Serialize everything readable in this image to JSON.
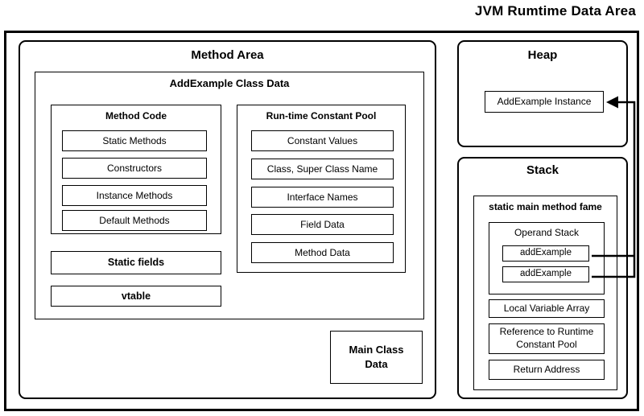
{
  "page_title": "JVM Rumtime Data Area",
  "method_area": {
    "title": "Method Area",
    "class_data": {
      "title": "AddExample Class Data",
      "method_code": {
        "title": "Method Code",
        "items": [
          "Static Methods",
          "Constructors",
          "Instance Methods",
          "Default Methods"
        ]
      },
      "constant_pool": {
        "title": "Run-time Constant Pool",
        "items": [
          "Constant Values",
          "Class, Super Class Name",
          "Interface Names",
          "Field Data",
          "Method Data"
        ]
      },
      "static_fields_label": "Static fields",
      "vtable_label": "vtable"
    },
    "main_class_data_label": "Main Class Data"
  },
  "heap": {
    "title": "Heap",
    "instance_label": "AddExample Instance"
  },
  "stack": {
    "title": "Stack",
    "frame": {
      "title": "static main method fame",
      "operand_stack": {
        "title": "Operand Stack",
        "items": [
          "addExample",
          "addExample"
        ]
      },
      "local_variable_array_label": "Local Variable Array",
      "reference_label": "Reference to Runtime Constant Pool",
      "return_address_label": "Return Address"
    }
  },
  "connections": [
    {
      "from": "Operand Stack addExample entries",
      "to": "AddExample Instance",
      "type": "arrow"
    }
  ],
  "colors": {
    "line": "#000000",
    "background": "#ffffff",
    "text": "#000000"
  }
}
